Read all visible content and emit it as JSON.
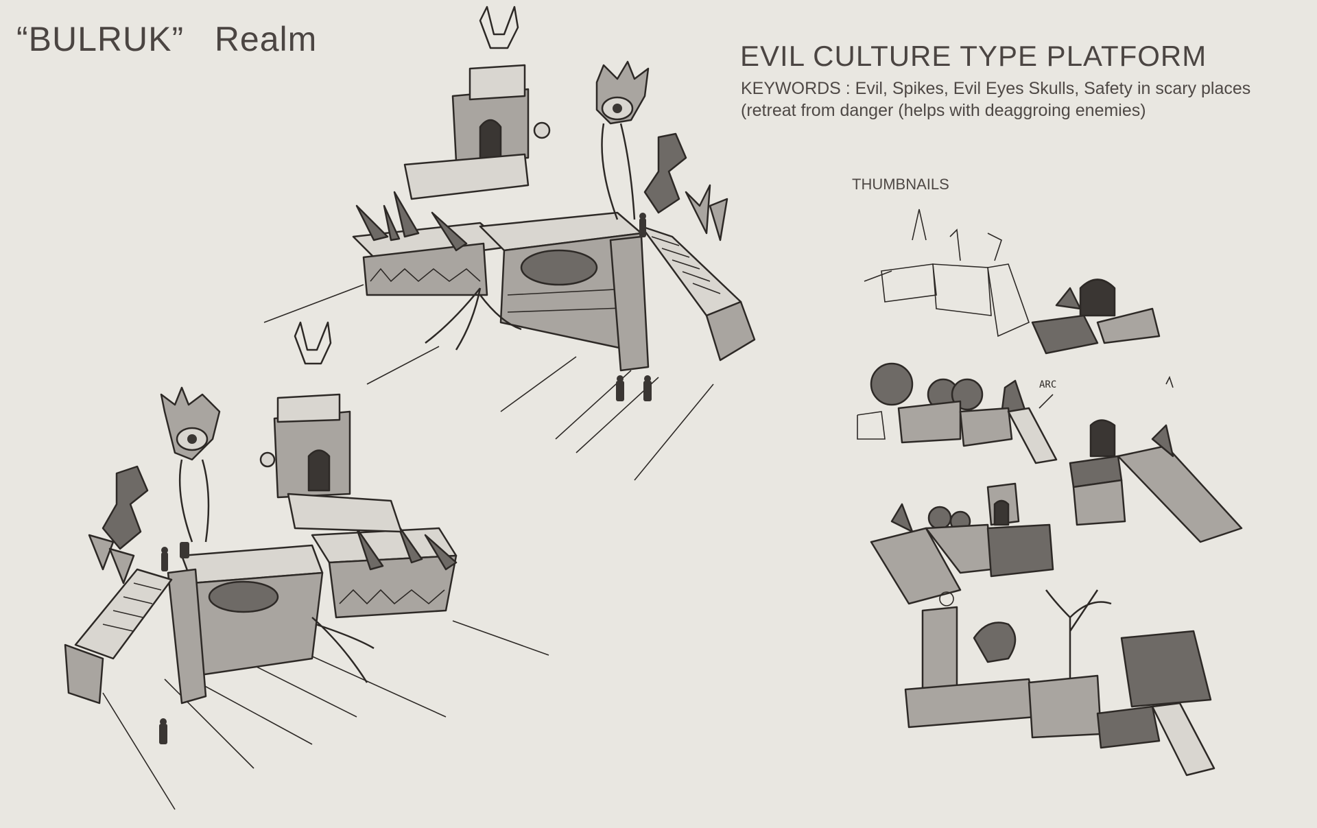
{
  "page": {
    "realm_name": "“BULRUK”",
    "realm_suffix": "Realm",
    "heading": "EVIL CULTURE TYPE PLATFORM",
    "keywords_line1": "KEYWORDS : Evil, Spikes, Evil Eyes Skulls, Safety in scary places",
    "keywords_line2": "(retreat from danger (helps with deaggroing enemies)",
    "thumbnails_label": "THUMBNAILS",
    "arc_note": "ARC"
  },
  "colors": {
    "background": "#e9e7e1",
    "ink": "#2d2926",
    "text": "#4b4542"
  }
}
